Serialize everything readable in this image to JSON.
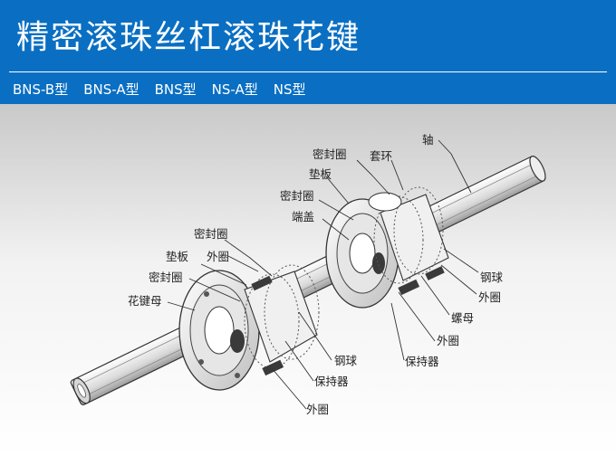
{
  "header": {
    "title": "精密滚珠丝杠滚珠花键",
    "variants": [
      "BNS-B型",
      "BNS-A型",
      "BNS型",
      "NS-A型",
      "NS型"
    ],
    "background_color": "#0a6fc2"
  },
  "diagram": {
    "labels": {
      "shaft": "轴",
      "collar": "套环",
      "seal_top": "密封圈",
      "shim_right": "垫板",
      "seal_right": "密封圈",
      "end_cap": "端盖",
      "steel_ball_right": "钢球",
      "outer_ring_right": "外圈",
      "nut": "螺母",
      "outer_ring_mid": "外圈",
      "retainer_right": "保持器",
      "seal_left_top": "密封圈",
      "shim_left": "垫板",
      "outer_ring_left": "外圈",
      "seal_left": "密封圈",
      "spline_nut": "花键母",
      "steel_ball_left": "钢球",
      "retainer_left": "保持器",
      "outer_ring_bottom": "外圈"
    }
  }
}
